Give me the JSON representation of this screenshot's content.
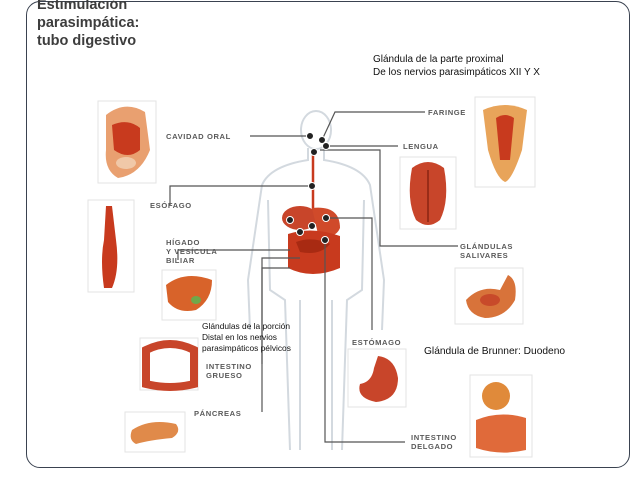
{
  "title": {
    "line1": "Estimulación",
    "line2": "parasimpática:",
    "line3": "tubo digestivo"
  },
  "notes": {
    "proximal": {
      "line1": "Glándula de la parte proximal",
      "line2": "De los nervios parasimpáticos XII Y X"
    },
    "distal": {
      "line1": "Glándulas de la porción",
      "line2": "Distal en los nervios",
      "line3": "parasimpáticos pélvicos"
    },
    "brunner": "Glándula de Brunner: Duodeno"
  },
  "organ_labels": {
    "cavidad_oral": "CAVIDAD ORAL",
    "faringe": "FARINGE",
    "lengua": "LENGUA",
    "esofago": "ESÓFAGO",
    "higado_line1": "HÍGADO",
    "higado_line2": "Y VESÍCULA",
    "higado_line3": "BILIAR",
    "glandulas_line1": "GLÁNDULAS",
    "glandulas_line2": "SALIVARES",
    "estomago": "ESTÓMAGO",
    "intestino_grueso_line1": "INTESTINO",
    "intestino_grueso_line2": "GRUESO",
    "pancreas": "PÁNCREAS",
    "intestino_delgado_line1": "INTESTINO",
    "intestino_delgado_line2": "DELGADO"
  },
  "colors": {
    "frame": "#3a4250",
    "organ_red": "#c83a1e",
    "organ_orange": "#e07a3a",
    "connector": "#555555",
    "body_outline": "#d6dbe0"
  }
}
